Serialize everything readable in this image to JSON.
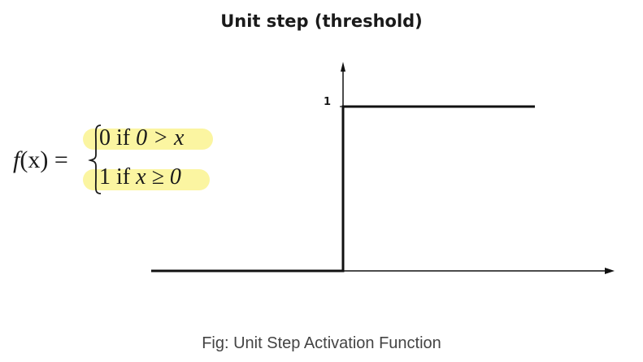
{
  "title": "Unit step (threshold)",
  "caption": "Fig: Unit Step Activation Function",
  "formula": {
    "lhs_fn": "f",
    "lhs_arg": "(x)",
    "equals": "=",
    "case1_value": "0",
    "case1_if": "if",
    "case1_cond": "0 > x",
    "case2_value": "1",
    "case2_if": "if",
    "case2_cond": "x ≥ 0",
    "highlight_color": "#fbf5a1"
  },
  "plot": {
    "y_tick_label": "1",
    "line_color": "#111111"
  }
}
